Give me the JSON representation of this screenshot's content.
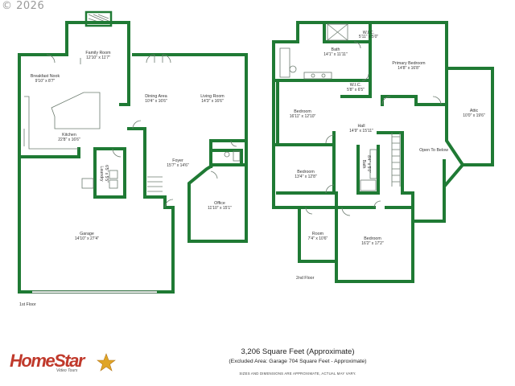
{
  "copyright": "© 2026",
  "floors": {
    "first_label": "1st Floor",
    "second_label": "2nd Floor"
  },
  "rooms_first": {
    "family": {
      "name": "Family Room",
      "dim": "12'10\" x 11'7\""
    },
    "nook": {
      "name": "Breakfast Nook",
      "dim": "9'10\" x 8'7\""
    },
    "kitchen": {
      "name": "Kitchen",
      "dim": "22'8\" x 16'6\""
    },
    "dining": {
      "name": "Dining Area",
      "dim": "10'4\" x 16'6\""
    },
    "living": {
      "name": "Living Room",
      "dim": "14'3\" x 16'6\""
    },
    "foyer": {
      "name": "Foyer",
      "dim": "15'7\" x 14'6\""
    },
    "office": {
      "name": "Office",
      "dim": "11'10\" x 15'1\""
    },
    "laundry": {
      "name": "Laundry",
      "dim": "6'5\" x 5'5\""
    },
    "garage": {
      "name": "Garage",
      "dim": "14'10\" x 27'4\""
    }
  },
  "rooms_second": {
    "wic_top": {
      "name": "W.I.C.",
      "dim": "5'11\" x 5'0\""
    },
    "bath": {
      "name": "Bath",
      "dim": "14'1\" x 11'11\""
    },
    "primary": {
      "name": "Primary Bedroom",
      "dim": "14'8\" x 16'8\""
    },
    "wic_mid": {
      "name": "W.I.C.",
      "dim": "5'8\" x 6'5\""
    },
    "bedroom1": {
      "name": "Bedroom",
      "dim": "16'11\" x 12'10\""
    },
    "hall": {
      "name": "Hall",
      "dim": "14'9\" x 15'11\""
    },
    "attic": {
      "name": "Attic",
      "dim": "10'0\" x 19'6\""
    },
    "open": {
      "name": "Open To Below",
      "dim": ""
    },
    "bedroom2": {
      "name": "Bedroom",
      "dim": "13'4\" x 12'8\""
    },
    "bath2": {
      "name": "Bath",
      "dim": "8'4\" x 5'0\""
    },
    "room": {
      "name": "Room",
      "dim": "7'4\" x 10'6\""
    },
    "bedroom3": {
      "name": "Bedroom",
      "dim": "16'2\" x 17'2\""
    }
  },
  "footer": {
    "total": "3,206 Square Feet (Approximate)",
    "excluded": "(Excluded Area:  Garage 704  Square Feet - Approximate)",
    "disclaimer": "SIZES AND DIMENSIONS ARE APPROXIMATE, ACTUAL MAY VARY."
  },
  "logo": {
    "text": "HomeStar",
    "sub": "Video Tours",
    "color": "#c0392b",
    "star_color": "#e0a526"
  },
  "wall_color": "#1f7a34"
}
